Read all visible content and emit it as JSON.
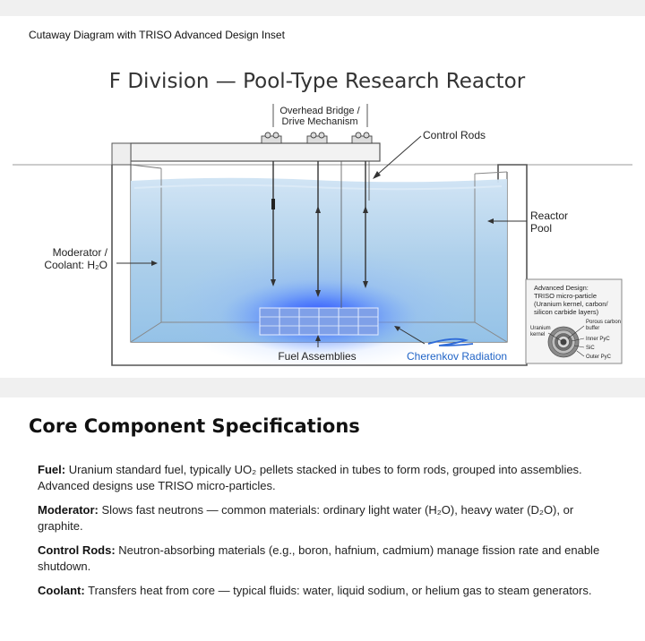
{
  "caption": "Cutaway Diagram with TRISO Advanced Design Inset",
  "diagram": {
    "title": "F Division — Pool-Type Research Reactor",
    "bridge_label_line1": "Overhead Bridge /",
    "bridge_label_line2": "Drive Mechanism",
    "control_rods_label": "Control Rods",
    "reactor_pool_line1": "Reactor",
    "reactor_pool_line2": "Pool",
    "moderator_line1": "Moderator /",
    "moderator_line2": "Coolant: H₂O",
    "fuel_label": "Fuel Assemblies",
    "cherenkov_label": "Cherenkov Radiation",
    "inset": {
      "title_line1": "Advanced Design:",
      "title_line2": "TRISO micro-particle",
      "title_line3": "(Uranium kernel, carbon/",
      "title_line4": "silicon carbide layers)",
      "kernel_line1": "Uranium",
      "kernel_line2": "kernel",
      "buffer_line1": "Porous carbon",
      "buffer_line2": "buffer",
      "inner": "Inner PyC",
      "sic": "SiC",
      "outer": "Outer PyC"
    },
    "colors": {
      "water": "#a9cdea",
      "glow": "#2f5cff",
      "cherenkov": "#1f63c6"
    }
  },
  "specs_section": {
    "title": "Core Component Specifications",
    "items": [
      {
        "term": "Fuel:",
        "text": "Uranium standard fuel, typically UO₂ pellets stacked in tubes to form rods, grouped into assemblies. Advanced designs use TRISO micro-particles."
      },
      {
        "term": "Moderator:",
        "text": "Slows fast neutrons — common materials: ordinary light water (H₂O), heavy water (D₂O), or graphite."
      },
      {
        "term": "Control Rods:",
        "text": "Neutron-absorbing materials (e.g., boron, hafnium, cadmium) manage fission rate and enable shutdown."
      },
      {
        "term": "Coolant:",
        "text": "Transfers heat from core — typical fluids: water, liquid sodium, or helium gas to steam generators."
      }
    ]
  }
}
